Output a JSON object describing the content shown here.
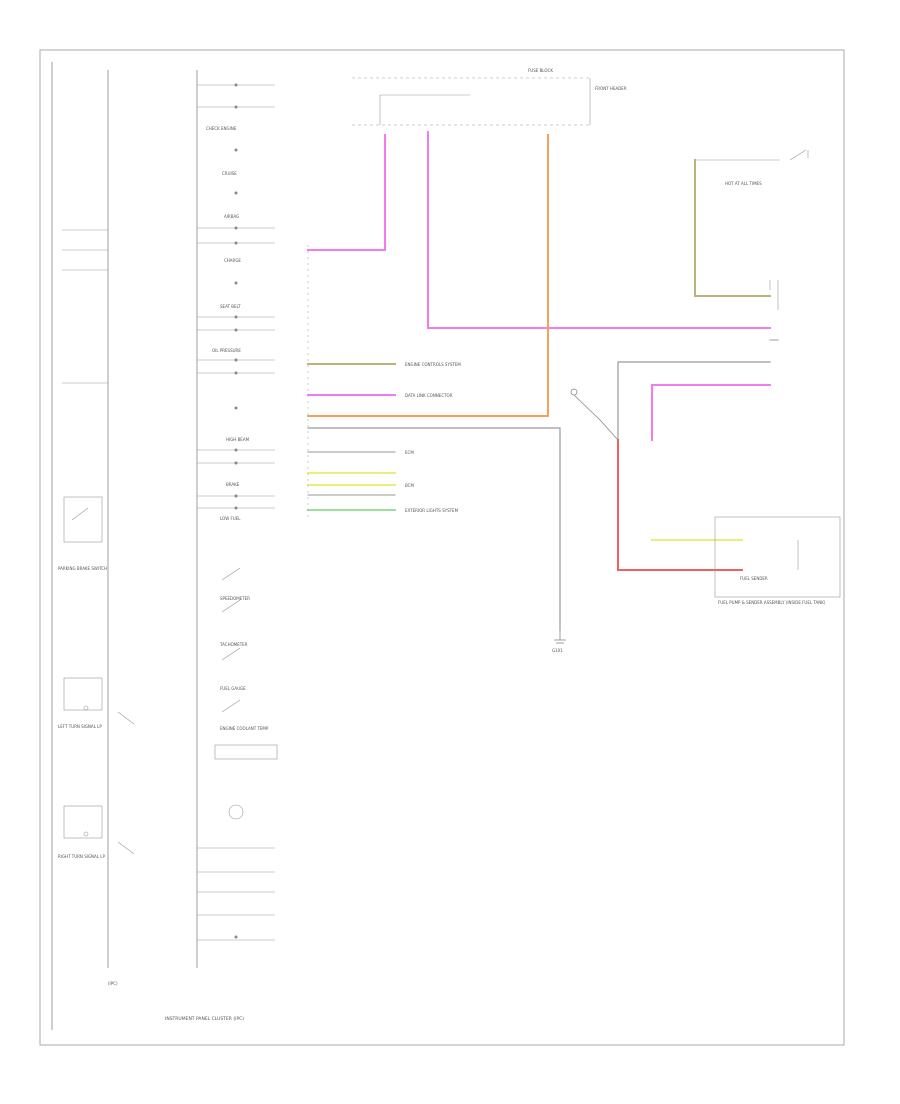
{
  "labels": {
    "cluster": "INSTRUMENT PANEL CLUSTER (IPC)",
    "ipc_short": "(IPC)",
    "footer": "",
    "fuel_sender": "FUEL SENDER",
    "fuel_pump_module": "FUEL PUMP & SENDER ASSEMBLY (INSIDE FUEL TANK)",
    "engine_control": "ENGINE CONTROLS SYSTEM",
    "front_header": "FRONT HEADER",
    "parking_brake_switch": "PARKING BRAKE SWITCH",
    "left_turn_signal": "LEFT TURN SIGNAL LP",
    "right_turn_signal": "RIGHT TURN SIGNAL LP",
    "ground": "G101",
    "low_fuel": "LOW FUEL",
    "fuel_gauge": "FUEL GAUGE",
    "speedometer": "SPEEDOMETER",
    "tachometer": "TACHOMETER",
    "engine_coolant_temp": "ENGINE COOLANT TEMP",
    "oil_pressure": "OIL PRESSURE",
    "seat_belt": "SEAT BELT",
    "airbag": "AIRBAG",
    "charge": "CHARGE",
    "check_engine": "CHECK ENGINE",
    "high_beam": "HIGH BEAM",
    "brake": "BRAKE",
    "cruise": "CRUISE",
    "fuse_block": "FUSE BLOCK",
    "data_link": "DATA LINK CONNECTOR",
    "ecm": "ECM",
    "bcm": "BCM",
    "exterior_lights": "EXTERIOR LIGHTS SYSTEM",
    "hot_at_all_times": "HOT AT ALL TIMES"
  },
  "colors": {
    "pink": "#f07cf0",
    "orange": "#f5a15a",
    "red": "#f06060",
    "yellow": "#eded7a",
    "green": "#9be09b",
    "olive": "#bdb27a",
    "grey": "#9a9a9a",
    "gray_line": "#888888"
  }
}
